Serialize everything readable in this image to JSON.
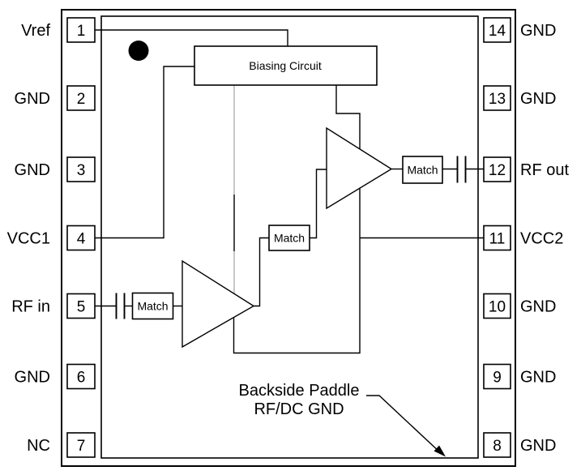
{
  "figure": {
    "left_pins": [
      {
        "number": "1",
        "label": "Vref"
      },
      {
        "number": "2",
        "label": "GND"
      },
      {
        "number": "3",
        "label": "GND"
      },
      {
        "number": "4",
        "label": "VCC1"
      },
      {
        "number": "5",
        "label": "RF in"
      },
      {
        "number": "6",
        "label": "GND"
      },
      {
        "number": "7",
        "label": "NC"
      }
    ],
    "right_pins": [
      {
        "number": "14",
        "label": "GND"
      },
      {
        "number": "13",
        "label": "GND"
      },
      {
        "number": "12",
        "label": "RF out"
      },
      {
        "number": "11",
        "label": "VCC2"
      },
      {
        "number": "10",
        "label": "GND"
      },
      {
        "number": "9",
        "label": "GND"
      },
      {
        "number": "8",
        "label": "GND"
      }
    ],
    "blocks": {
      "biasing_label": "Biasing Circuit",
      "match_label": "Match"
    },
    "annotation": {
      "line1": "Backside Paddle",
      "line2": "RF/DC GND"
    },
    "colors": {
      "line": "#000000",
      "bias_line": "#b0b0b0",
      "background": "#ffffff"
    }
  }
}
